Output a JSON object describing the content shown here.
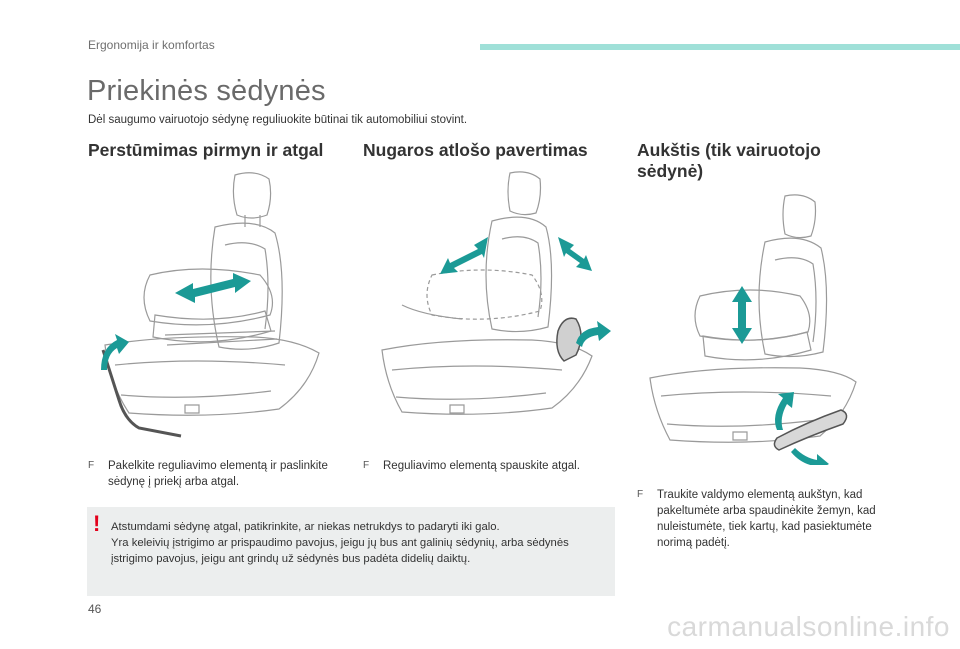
{
  "header": {
    "section_label": "Ergonomija ir komfortas",
    "accent_color": "#9fe0d8"
  },
  "page": {
    "title": "Priekinės sėdynės",
    "intro": "Dėl saugumo vairuotojo sėdynę reguliuokite būtinai tik automobiliui stovint.",
    "page_number": "46",
    "watermark": "carmanualsonline.info"
  },
  "columns": [
    {
      "title": "Perstūmimas pirmyn ir atgal",
      "illustration": "seat-slide-illustration",
      "bullet": "Pakelkite reguliavimo elementą ir paslinkite sėdynę į priekį arba atgal."
    },
    {
      "title": "Nugaros atlošo pavertimas",
      "illustration": "backrest-recline-illustration",
      "bullet": "Reguliavimo elementą spauskite atgal."
    },
    {
      "title_line1": "Aukštis (tik vairuotojo",
      "title_line2": "sėdynė)",
      "illustration": "seat-height-illustration",
      "bullet": "Traukite valdymo elementą aukštyn, kad pakeltumėte arba spaudinėkite žemyn, kad nuleistumėte, tiek kartų, kad pasiektumėte norimą padėtį."
    }
  ],
  "bullet_mark": "F",
  "warning": {
    "mark": "!",
    "line1": "Atstumdami sėdynę atgal, patikrinkite, ar niekas netrukdys to padaryti iki galo.",
    "line2": "Yra keleivių įstrigimo ar prispaudimo pavojus, jeigu jų bus ant galinių sėdynių, arba sėdynės įstrigimo pavojus, jeigu ant grindų už sėdynės bus padėta didelių daiktų.",
    "mark_color": "#e3001b",
    "background": "#eceeee"
  },
  "colors": {
    "arrow": "#1b9a96",
    "line_art": "#9a9a9a"
  }
}
